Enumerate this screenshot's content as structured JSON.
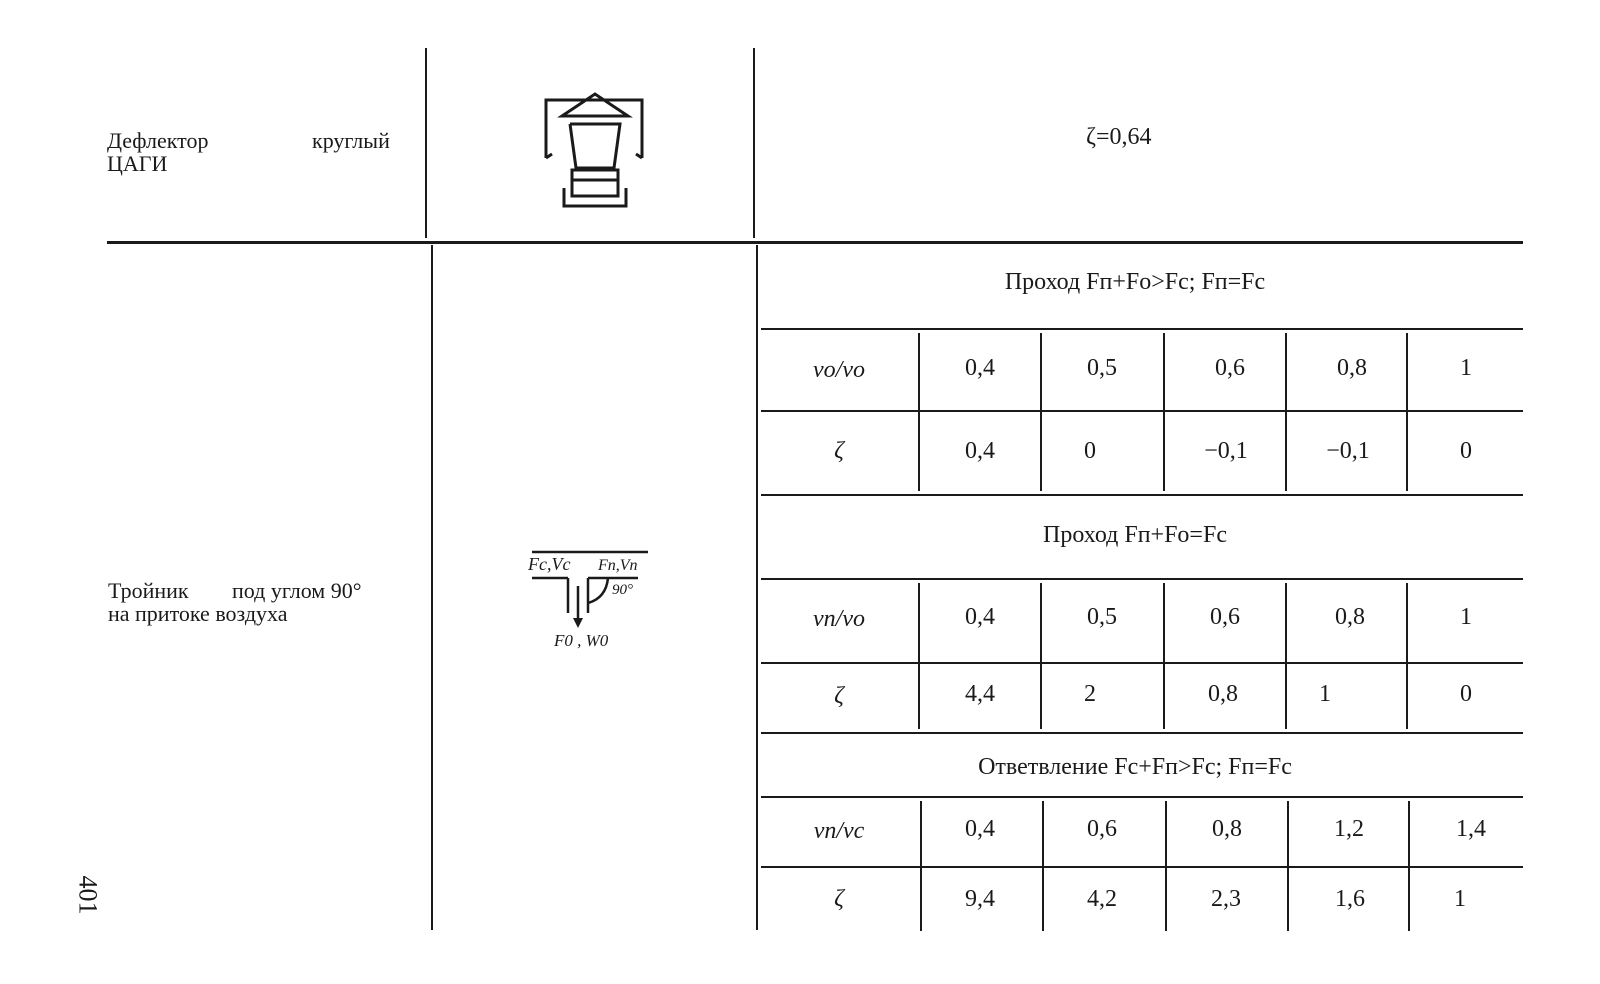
{
  "row1": {
    "name": "Дефлектор круглый ЦАГИ",
    "name_line1_a": "Дефлектор",
    "name_line1_b": "круглый",
    "name_line2": "ЦАГИ",
    "value": "ζ=0,64"
  },
  "row2": {
    "name_line1_a": "Тройник",
    "name_line1_b": "под углом 90°",
    "name_line2": "на притоке воздуха",
    "diagram": {
      "label_top_left": "Fс,Vс",
      "label_top_right": "Fп,Vп",
      "label_angle": "90°",
      "label_bottom": "F0 , W0"
    },
    "sections": [
      {
        "heading": "Проход Fп+Fо>Fс; Fп=Fс",
        "ratio_label": "vо/vо",
        "ratios": [
          "0,4",
          "0,5",
          "0,6",
          "0,8",
          "1"
        ],
        "zeta_label": "ζ",
        "zetas": [
          "0,4",
          "0",
          "−0,1",
          "−0,1",
          "0"
        ]
      },
      {
        "heading": "Проход Fп+Fо=Fс",
        "ratio_label": "vп/vо",
        "ratios": [
          "0,4",
          "0,5",
          "0,6",
          "0,8",
          "1"
        ],
        "zeta_label": "ζ",
        "zetas": [
          "4,4",
          "2",
          "0,8",
          "1",
          "0"
        ]
      },
      {
        "heading": "Ответвление Fс+Fп>Fс; Fп=Fс",
        "ratio_label": "vп/vс",
        "ratios": [
          "0,4",
          "0,6",
          "0,8",
          "1,2",
          "1,4"
        ],
        "zeta_label": "ζ",
        "zetas": [
          "9,4",
          "4,2",
          "2,3",
          "1,6",
          "1"
        ]
      }
    ]
  },
  "page_number": "401"
}
